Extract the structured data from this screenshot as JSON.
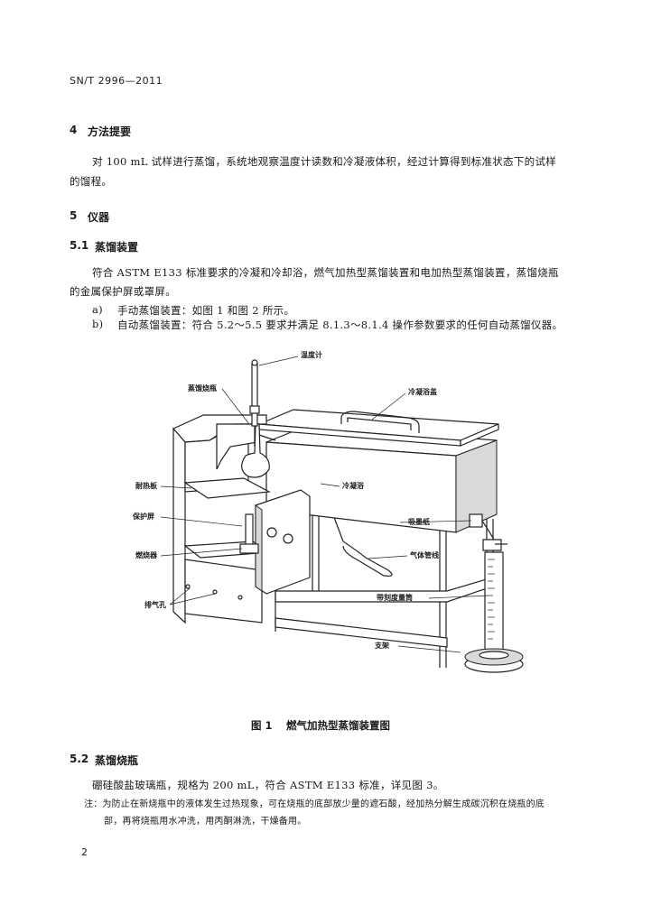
{
  "header": {
    "std_code": "SN/T 2996—2011"
  },
  "sec4": {
    "number": "4",
    "title": "方法提要",
    "para_line1": "对 100 mL 试样进行蒸馏，系统地观察温度计读数和冷凝液体积，经过计算得到标准状态下的试样",
    "para_line2": "的馏程。"
  },
  "sec5": {
    "number": "5",
    "title": "仪器"
  },
  "sec51": {
    "number": "5.1",
    "title": "蒸馏装置",
    "para_line1": "符合 ASTM E133 标准要求的冷凝和冷却浴，燃气加热型蒸馏装置和电加热型蒸馏装置，蒸馏烧瓶",
    "para_line2": "的金属保护屏或罩屏。",
    "item_a_marker": "a)",
    "item_a_text": "手动蒸馏装置：如图 1 和图 2 所示。",
    "item_b_marker": "b)",
    "item_b_text": "自动蒸馏装置：符合 5.2～5.5 要求并满足 8.1.3～8.1.4 操作参数要求的任何自动蒸馏仪器。"
  },
  "figure": {
    "labels": {
      "thermometer": "温度计",
      "flask": "蒸馏烧瓶",
      "cover": "冷凝浴盖",
      "heat_board": "耐热板",
      "bath": "冷凝浴",
      "shield": "保护屏",
      "blotter": "吸墨纸",
      "burner": "燃烧器",
      "gas_tube": "气体管线",
      "vents": "排气孔",
      "cylinder": "带刻度量筒",
      "support": "支架"
    },
    "caption_number": "图 1",
    "caption_title": "燃气加热型蒸馏装置图"
  },
  "sec52": {
    "number": "5.2",
    "title": "蒸馏烧瓶",
    "para": "硼硅酸盐玻璃瓶，规格为 200 mL，符合 ASTM E133 标准，详见图 3。",
    "note_line1": "注：为防止在新烧瓶中的液体发生过热现象，可在烧瓶的底部放少量的遮石酸，经加热分解生成碳沉积在烧瓶的底",
    "note_line2": "部，再将烧瓶用水冲洗，用丙酮淋洗，干燥备用。"
  },
  "footer": {
    "page_number": "2"
  }
}
